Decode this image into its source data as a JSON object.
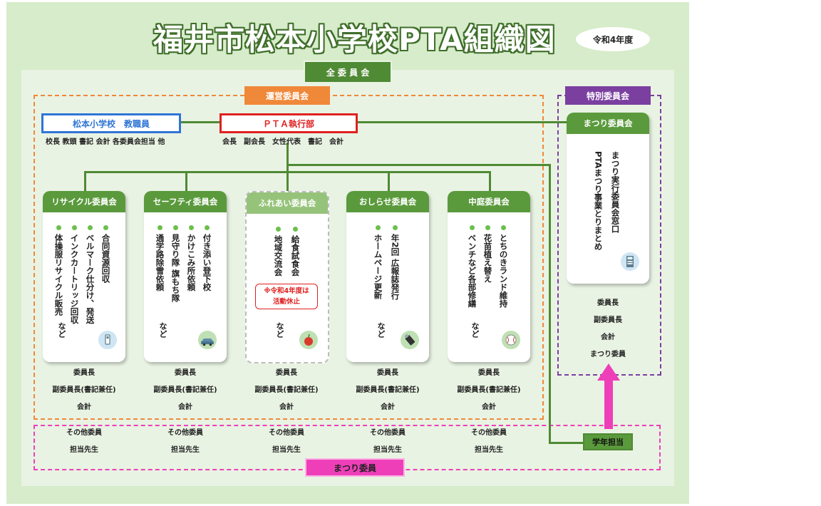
{
  "title": "福井市松本小学校PTA組織図",
  "year": "令和4年度",
  "all_committee": "全 委 員 会",
  "operations_committee": "運営委員会",
  "special_committee": "特別委員会",
  "school": {
    "label": "松本小学校　教職員",
    "members": "校長 教頭 書記 会計 各委員会担当 他"
  },
  "executive": {
    "label": "ＰＴＡ執行部",
    "members": "会長　副会長　女性代表　書記　会計"
  },
  "committees": [
    {
      "name": "リサイクル委員会",
      "items": [
        "合同資源回収",
        "ベルマーク仕分け、発送",
        "インクカートリッジ回収",
        "体操服リサイクル販売"
      ],
      "etc": "など",
      "icon": "recycle-icon",
      "roles": [
        "委員長",
        "副委員長(書記兼任)",
        "会計"
      ],
      "others": [
        "その他委員",
        "担当先生"
      ]
    },
    {
      "name": "セーフティ委員会",
      "items": [
        "付き添い登下校",
        "かけこみ所依頼",
        "見守り隊 旗もち隊",
        "通学路除雪依頼"
      ],
      "etc": "など",
      "icon": "car-icon",
      "roles": [
        "委員長",
        "副委員長(書記兼任)",
        "会計"
      ],
      "others": [
        "その他委員",
        "担当先生"
      ]
    },
    {
      "name": "ふれあい委員会",
      "items": [
        "給食試食会",
        "地域交流会"
      ],
      "note": "※令和4年度は活動休止",
      "note_lines": [
        "※令和4年度は",
        "活動休止"
      ],
      "etc": "など",
      "icon": "apple-icon",
      "roles": [
        "委員長",
        "副委員長(書記兼任)",
        "会計"
      ],
      "others": [
        "その他委員",
        "担当先生"
      ]
    },
    {
      "name": "おしらせ委員会",
      "items": [
        "年2回 広報誌発行",
        "ホームページ更新"
      ],
      "etc": "など",
      "icon": "usb-icon",
      "roles": [
        "委員長",
        "副委員長(書記兼任)",
        "会計"
      ],
      "others": [
        "その他委員",
        "担当先生"
      ]
    },
    {
      "name": "中庭委員会",
      "items": [
        "とちのきランド維持",
        "花苗植え替え",
        "ベンチなど各部修繕"
      ],
      "etc": "など",
      "icon": "ball-icon",
      "roles": [
        "委員長",
        "副委員長(書記兼任)",
        "会計"
      ],
      "others": [
        "その他委員",
        "担当先生"
      ]
    }
  ],
  "festival": {
    "name": "まつり委員会",
    "items": [
      "まつり実行委員会窓口",
      "PTAまつり事業とりまとめ"
    ],
    "icon": "calculator-icon",
    "roles": [
      "委員長",
      "副委員長",
      "会計",
      "まつり委員"
    ]
  },
  "grade_rep": "学年担当",
  "festival_members": "まつり委員",
  "colors": {
    "outer_bg": "#d7ecca",
    "inner_bg": "#e9f3e3",
    "green": "#5a9a3c",
    "orange": "#f0883a",
    "purple": "#7b3fa0",
    "magenta": "#ee3fb9",
    "blue": "#2f75d6",
    "red": "#e02020"
  }
}
